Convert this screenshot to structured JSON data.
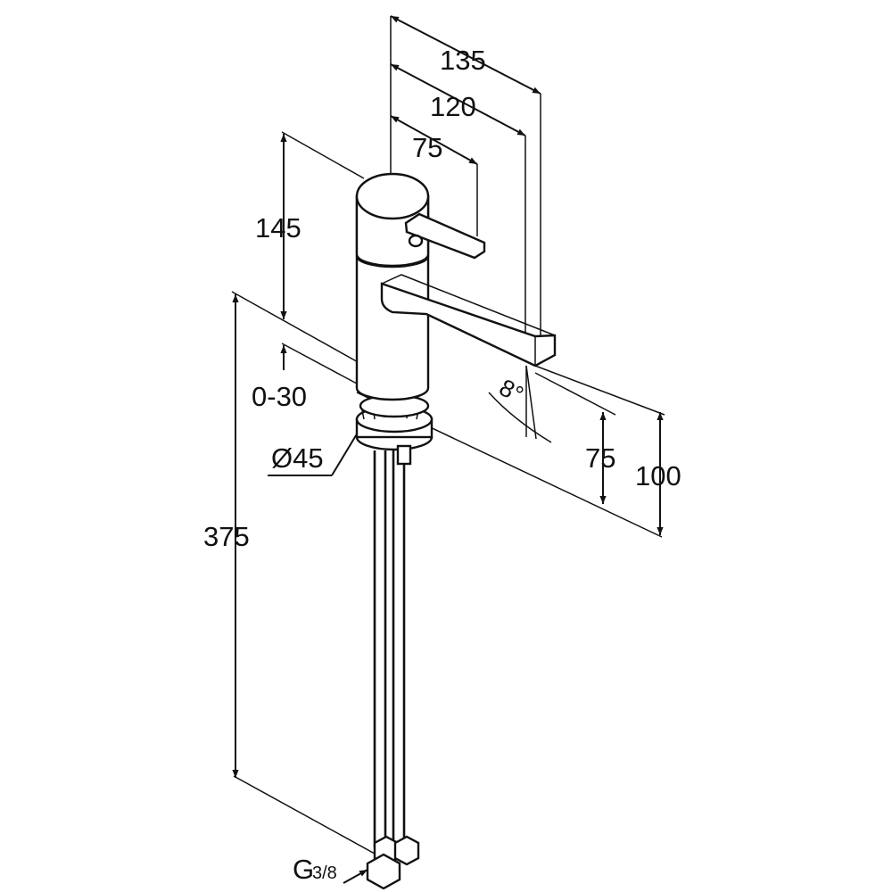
{
  "dimensions": {
    "depth_135": "135",
    "depth_120": "120",
    "depth_75": "75",
    "height_145": "145",
    "range_0_30": "0-30",
    "diameter": "Ø45",
    "total_375": "375",
    "spout_75": "75",
    "spout_100": "100",
    "angle_symbol": "8°",
    "connection": "G",
    "connection_fraction": "3/8"
  },
  "colors": {
    "line": "#111111",
    "background": "#ffffff"
  }
}
